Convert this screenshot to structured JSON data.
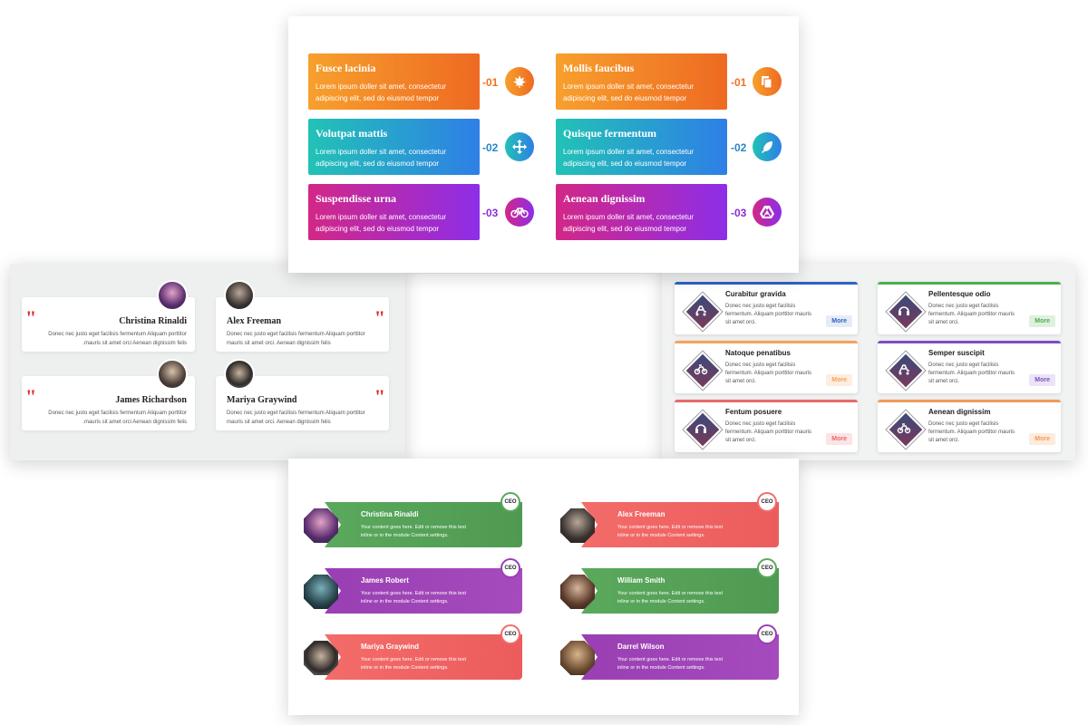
{
  "features": {
    "items": [
      {
        "title": "Fusce lacinia",
        "desc1": "Lorem ipsum doller sit amet, consectetur",
        "desc2": "adipiscing elit, sed do eiusmod tempor",
        "num": "-01",
        "icon": "maple-leaf-icon",
        "color": "orange"
      },
      {
        "title": "Mollis faucibus",
        "desc1": "Lorem ipsum doller sit amet, consectetur",
        "desc2": "adipiscing elit, sed do eiusmod tempor",
        "num": "-01",
        "icon": "copy-icon",
        "color": "orange"
      },
      {
        "title": "Volutpat mattis",
        "desc1": "Lorem ipsum doller sit amet, consectetur",
        "desc2": "adipiscing elit, sed do eiusmod tempor",
        "num": "-02",
        "icon": "move-arrows-icon",
        "color": "blue"
      },
      {
        "title": "Quisque fermentum",
        "desc1": "Lorem ipsum doller sit amet, consectetur",
        "desc2": "adipiscing elit, sed do eiusmod tempor",
        "num": "-02",
        "icon": "feather-icon",
        "color": "blue"
      },
      {
        "title": "Suspendisse urna",
        "desc1": "Lorem ipsum doller sit amet, consectetur",
        "desc2": "adipiscing elit, sed do eiusmod tempor",
        "num": "-03",
        "icon": "bicycle-icon",
        "color": "purple"
      },
      {
        "title": "Aenean dignissim",
        "desc1": "Lorem ipsum doller sit amet, consectetur",
        "desc2": "adipiscing elit, sed do eiusmod tempor",
        "num": "-03",
        "icon": "drive-icon",
        "color": "purple"
      }
    ]
  },
  "testimonials": {
    "quote_mark": "\"",
    "items": [
      {
        "name": "Christina Rinaldi",
        "line1": "Donec nec justo eget facilisis fermentum Aliquam porttitor",
        "line2": ".mauris sit amet orci Aenean dignissim felis"
      },
      {
        "name": "Alex Freeman",
        "line1": "Donec nec justo eget facilisis fermentum Aliquam porttitor",
        "line2": "mauris sit amet orci. Aenean dignissim felis"
      },
      {
        "name": "James Richardson",
        "line1": "Donec nec justo eget facilisis fermentum Aliquam porttitor",
        "line2": ".mauris sit amet orci Aenean dignissim felis"
      },
      {
        "name": "Mariya Graywind",
        "line1": "Donec nec justo eget facilisis fermentum Aliquam porttitor",
        "line2": "mauris sit amet orci. Aenean dignissim felis"
      }
    ]
  },
  "services": {
    "items": [
      {
        "title": "Curabitur gravida",
        "desc": "Donec nec justo eget facilisis fermentum. Aliquam porttitor mauris sit amet orci.",
        "more": "More",
        "accent": "#2d62c6",
        "more_bg": "#e6ecf7",
        "more_fg": "#2d62c6",
        "icon": "delivery-icon"
      },
      {
        "title": "Pellentesque odio",
        "desc": "Donec nec justo eget facilisis fermentum. Aliquam porttitor mauris sit amet orci.",
        "more": "More",
        "accent": "#4caf50",
        "more_bg": "#dff0df",
        "more_fg": "#4caf50",
        "icon": "headphones-icon"
      },
      {
        "title": "Natoque penatibus",
        "desc": "Donec nec justo eget facilisis fermentum. Aliquam porttitor mauris sit amet orci.",
        "more": "More",
        "accent": "#f5a35b",
        "more_bg": "#fdeee0",
        "more_fg": "#f5a35b",
        "icon": "scooter-icon"
      },
      {
        "title": "Semper suscipit",
        "desc": "Donec nec justo eget facilisis fermentum. Aliquam porttitor mauris sit amet orci.",
        "more": "More",
        "accent": "#7b4fc4",
        "more_bg": "#ebe3f6",
        "more_fg": "#7b4fc4",
        "icon": "delivery-icon"
      },
      {
        "title": "Fentum posuere",
        "desc": "Donec nec justo eget facilisis fermentum. Aliquam porttitor mauris sit amet orci.",
        "more": "More",
        "accent": "#e86a6a",
        "more_bg": "#fbe4e4",
        "more_fg": "#e86a6a",
        "icon": "headphones-icon"
      },
      {
        "title": "Aenean dignissim",
        "desc": "Donec nec justo eget facilisis fermentum. Aliquam porttitor mauris sit amet orci.",
        "more": "More",
        "accent": "#f09a5a",
        "more_bg": "#fdebdc",
        "more_fg": "#f09a5a",
        "icon": "scooter-icon"
      }
    ]
  },
  "team": {
    "badge": "CEO",
    "desc1": "Your content goes here. Edit or remove this text",
    "desc2": "inline or in the module Content settings.",
    "items": [
      {
        "name": "Christina Rinaldi",
        "color": "green"
      },
      {
        "name": "Alex Freeman",
        "color": "red"
      },
      {
        "name": "James Robert",
        "color": "purple"
      },
      {
        "name": "William Smith",
        "color": "green"
      },
      {
        "name": "Mariya Graywind",
        "color": "red"
      },
      {
        "name": "Darrel Wilson",
        "color": "purple"
      }
    ]
  }
}
